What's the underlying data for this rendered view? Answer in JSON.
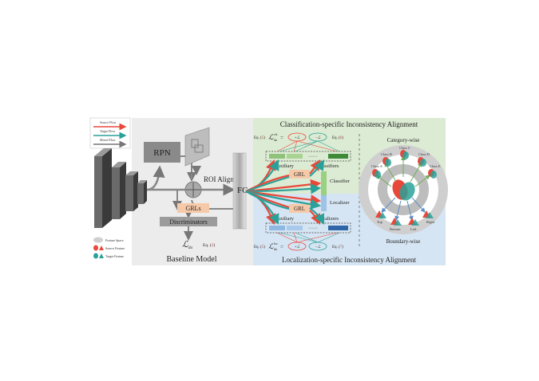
{
  "legend": {
    "source_flow": "Source Flow",
    "target_flow": "Target Flow",
    "mixed_flow": "Mixed Flow",
    "feature_space": "Feature Space",
    "source_feature": "Source Feature",
    "target_feature": "Target Feature"
  },
  "baseline": {
    "rpn": "RPN",
    "roi_align": "ROI Align",
    "grls": "GRLs",
    "discriminators": "Discriminators",
    "loss_symbol": "ℒ",
    "loss_sub": "da",
    "eq_prefix": "Eq. (",
    "eq_num": "2",
    "eq_suffix": ")",
    "title": "Baseline Model"
  },
  "fcs": "FCs",
  "alignment": {
    "top_title": "Classification-specific Inconsistency Alignment",
    "bottom_title": "Localization-specific Inconsistency Alignment",
    "eq5_prefix": "Eq. (",
    "eq5_num": "5",
    "eq5_suffix": ")",
    "cls_loss": "ℒ",
    "cls_sub": "da",
    "cls_sup": "cls",
    "loc_loss": "ℒ",
    "loc_sub": "da",
    "loc_sup": "loc",
    "plus_term": "+ℒ",
    "minus_term": "−ℒ",
    "eq6_num": "6",
    "eq7_num": "7",
    "auxiliary_top": "Auxiliary",
    "classifiers": "Classifiers",
    "grl_top": "GRL",
    "classifier": "Classifier",
    "localizer": "Localizer",
    "grl_bottom": "GRL",
    "auxiliary_bottom": "Auxiliary",
    "localizers": "Localizers",
    "dots": "······"
  },
  "right_panel": {
    "category_wise": "Category-wise",
    "boundary_wise": "Boundary-wise",
    "class_a": "Class A",
    "class_b": "Class B",
    "class_c": "Class C",
    "class_d": "Class D",
    "class_e": "Class E",
    "top": "Top",
    "bottom": "Bottom",
    "left": "Left",
    "right": "Right"
  },
  "colors": {
    "source": "#e8483a",
    "target": "#2aa198",
    "mixed": "#7a7a7a",
    "green_bg": "#dcebd3",
    "blue_bg": "#d6e5f3",
    "gray_bg": "#ececec",
    "orange_box": "#f6c9a8"
  }
}
